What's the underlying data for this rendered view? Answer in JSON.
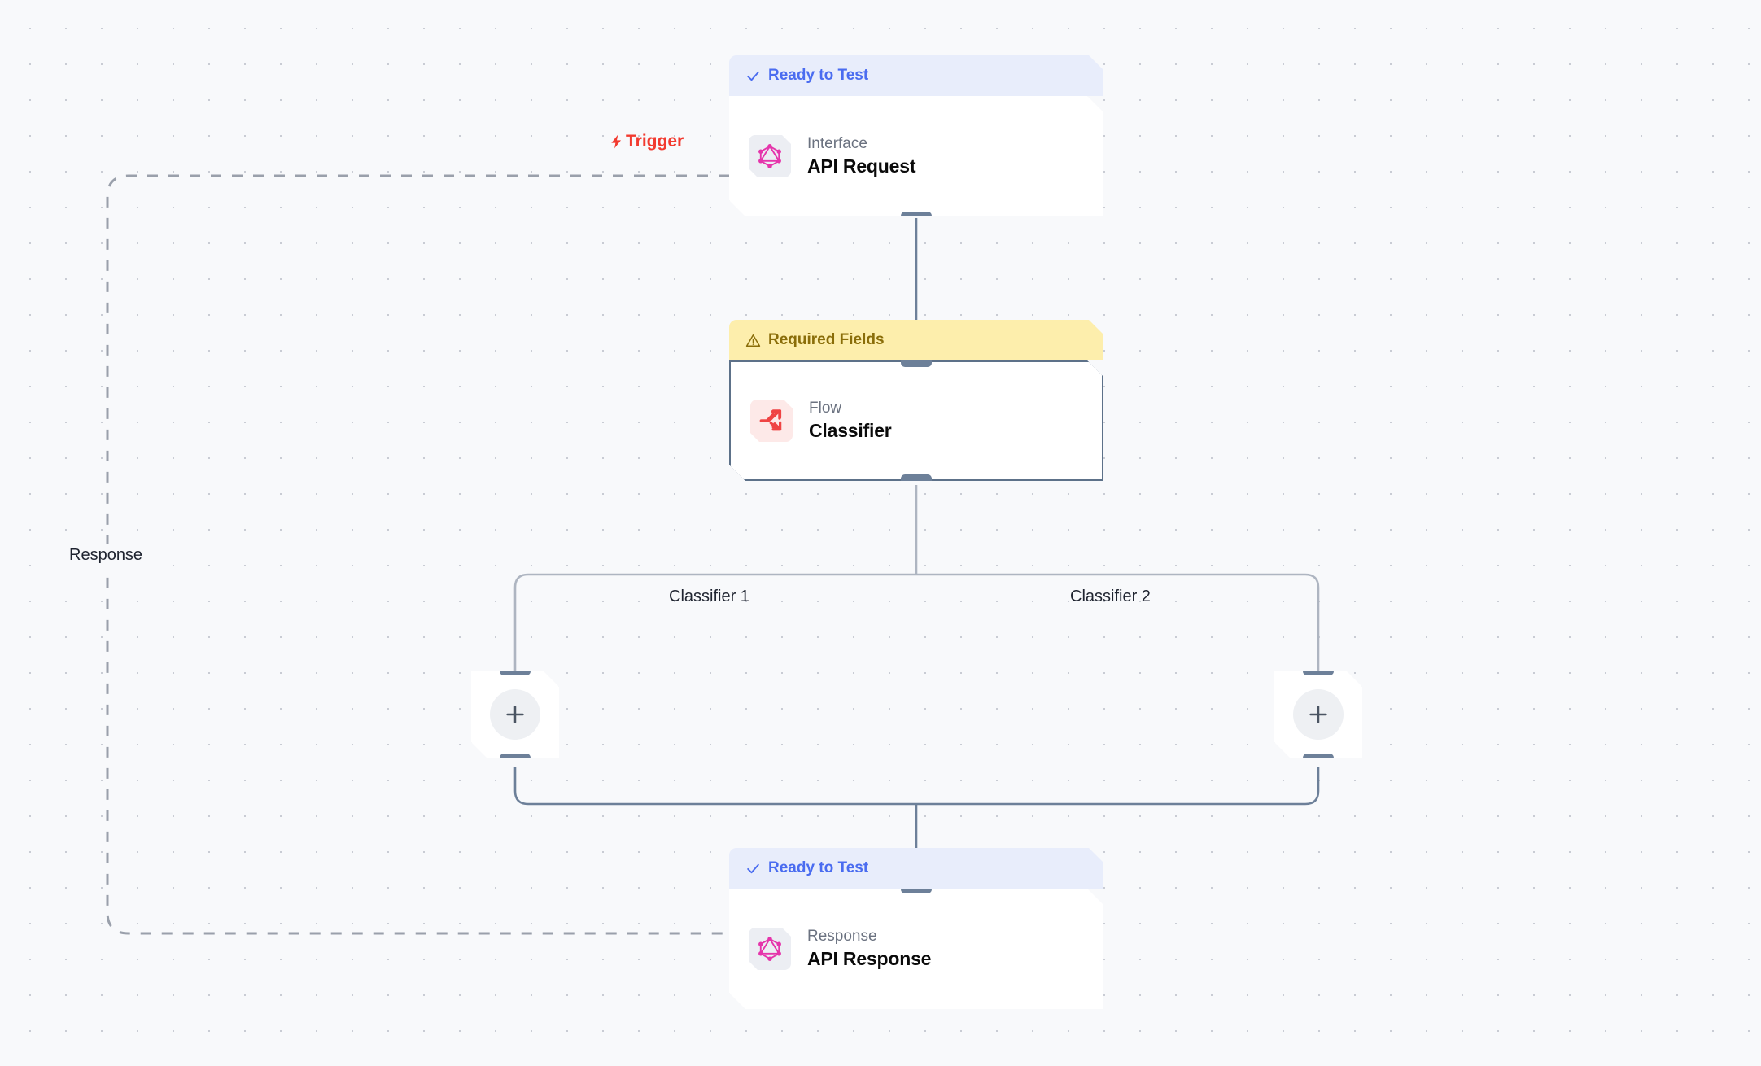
{
  "canvas": {
    "background_color": "#f8f9fb",
    "dot_color": "#c9ccd4"
  },
  "labels": {
    "trigger": "Trigger",
    "trigger_icon": "lightning-bolt-icon",
    "response": "Response",
    "branch_1": "Classifier 1",
    "branch_2": "Classifier 2"
  },
  "status": {
    "ready": "Ready to Test",
    "ready_icon": "check-icon",
    "ready_color": "#4a6cf0",
    "required": "Required Fields",
    "required_icon": "warning-triangle-icon",
    "required_color": "#8a6d09"
  },
  "nodes": [
    {
      "id": "api-request",
      "status": "Ready to Test",
      "kind": "Interface",
      "title": "API Request",
      "icon": "graphql-icon",
      "icon_color": "#e535ab"
    },
    {
      "id": "classifier",
      "status": "Required Fields",
      "kind": "Flow",
      "title": "Classifier",
      "icon": "shuffle-split-icon",
      "icon_color": "#ef4444",
      "selected": true
    },
    {
      "id": "api-response",
      "status": "Ready to Test",
      "kind": "Response",
      "title": "API Response",
      "icon": "graphql-icon",
      "icon_color": "#e535ab"
    }
  ],
  "add_nodes": [
    {
      "id": "add-branch-1",
      "icon": "plus-icon",
      "branch": "Classifier 1"
    },
    {
      "id": "add-branch-2",
      "icon": "plus-icon",
      "branch": "Classifier 2"
    }
  ]
}
